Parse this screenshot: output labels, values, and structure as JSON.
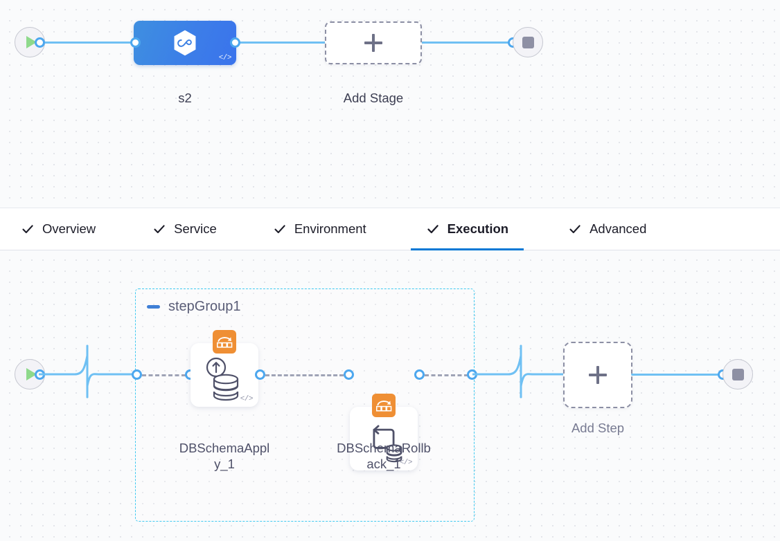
{
  "colors": {
    "edge": "#6fc0f3",
    "port_ring": "#4da7ee",
    "tab_active_underline": "#0278d5",
    "stage_node_gradient_from": "#3e8fe0",
    "stage_node_gradient_to": "#3a73ec",
    "step_badge": "#ef8f34",
    "step_group_border": "#3ec9f0",
    "canvas_bg": "#fafbfc",
    "dot_grid": "#e3e5ea"
  },
  "stage_canvas": {
    "start_node": {
      "icon": "play-icon",
      "name": "pipeline-start"
    },
    "stage_node": {
      "label": "s2",
      "icon": "hexagon-infinity-icon",
      "code_badge": "</>"
    },
    "add_stage": {
      "label": "Add Stage",
      "icon": "plus-icon"
    },
    "end_node": {
      "icon": "stop-icon",
      "name": "pipeline-end"
    }
  },
  "tabs": {
    "items": [
      {
        "id": "overview",
        "label": "Overview",
        "check": "check-icon",
        "active": false
      },
      {
        "id": "service",
        "label": "Service",
        "check": "check-icon",
        "active": false
      },
      {
        "id": "environment",
        "label": "Environment",
        "check": "check-icon",
        "active": false
      },
      {
        "id": "execution",
        "label": "Execution",
        "check": "check-icon",
        "active": true
      },
      {
        "id": "advanced",
        "label": "Advanced",
        "check": "check-icon",
        "active": false
      }
    ]
  },
  "step_canvas": {
    "start_node": {
      "icon": "play-icon",
      "name": "execution-start"
    },
    "step_group": {
      "title": "stepGroup1",
      "collapse_icon": "minus-icon",
      "steps": [
        {
          "label_line1": "DBSchemaAppl",
          "label_line2": "y_1",
          "full_label": "DBSchemaApply_1",
          "badge_icon": "liquibase-deploy-icon",
          "glyph_icon": "database-up-arrow-icon",
          "code_badge": "</>"
        },
        {
          "label_line1": "DBSchemaRollb",
          "label_line2": "ack_1",
          "full_label": "DBSchemaRollback_1",
          "badge_icon": "liquibase-deploy-icon",
          "glyph_icon": "database-rollback-icon",
          "code_badge": "</>"
        }
      ]
    },
    "add_step": {
      "label": "Add Step",
      "icon": "plus-icon"
    },
    "end_node": {
      "icon": "stop-icon",
      "name": "execution-end"
    }
  }
}
